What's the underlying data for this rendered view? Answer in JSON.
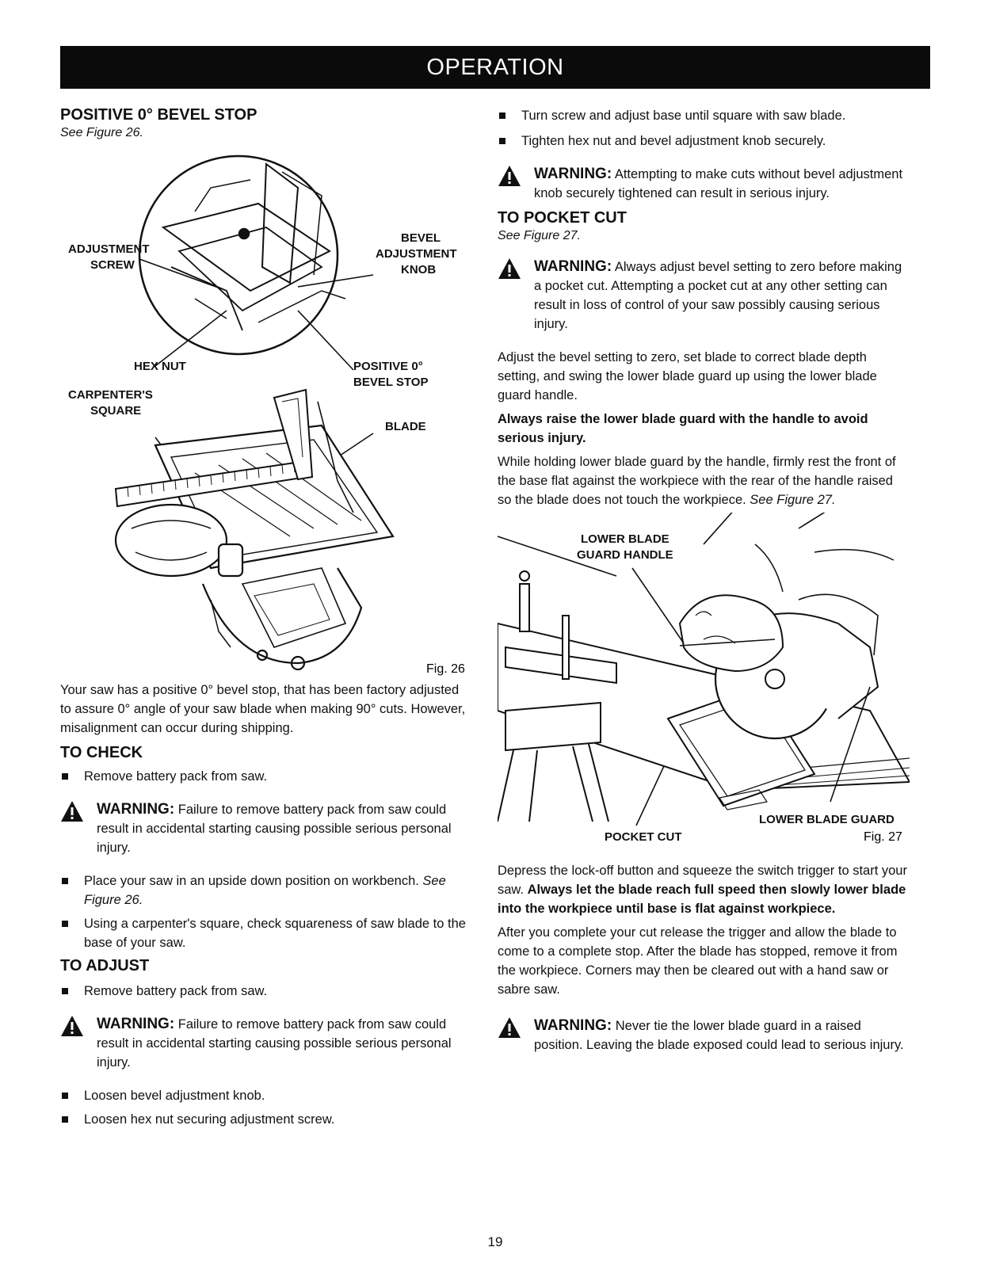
{
  "header": {
    "title": "OPERATION"
  },
  "left": {
    "section1_title": "POSITIVE 0° BEVEL STOP",
    "section1_see": "See Figure 26.",
    "fig26": {
      "labels": {
        "adjustment_screw_1": "ADJUSTMENT",
        "adjustment_screw_2": "SCREW",
        "bevel_knob_1": "BEVEL",
        "bevel_knob_2": "ADJUSTMENT",
        "bevel_knob_3": "KNOB",
        "hex_nut": "HEX NUT",
        "positive_stop_1": "POSITIVE 0°",
        "positive_stop_2": "BEVEL STOP",
        "carpenters_1": "CARPENTER'S",
        "carpenters_2": "SQUARE",
        "blade": "BLADE"
      },
      "caption": "Fig. 26"
    },
    "intro_text": "Your saw has a positive 0° bevel stop, that has been factory adjusted to assure 0° angle of your saw blade when making 90° cuts. However, misalignment can occur during shipping.",
    "to_check_title": "TO CHECK",
    "check_bullet_1": "Remove battery pack from saw.",
    "warning_label": "WARNING:",
    "check_warning": "Failure to remove battery pack from saw could result in accidental starting causing possible serious personal injury.",
    "check_bullet_2_text": "Place your saw in an upside down position on workbench. ",
    "check_bullet_2_see": "See Figure 26.",
    "check_bullet_3": "Using a carpenter's square, check squareness of saw blade to the base of your saw.",
    "to_adjust_title": "TO ADJUST",
    "adjust_bullet_1": "Remove battery pack from saw.",
    "adjust_warning": "Failure to remove battery pack from saw could result in accidental starting causing possible serious personal injury.",
    "adjust_bullet_2": "Loosen bevel adjustment knob.",
    "adjust_bullet_3": "Loosen hex nut securing adjustment screw."
  },
  "right": {
    "bullet_1": "Turn screw and adjust base until square with saw blade.",
    "bullet_2": "Tighten hex nut and bevel adjustment knob securely.",
    "warning_1": "Attempting to make cuts without bevel adjustment knob securely tightened can result in serious injury.",
    "pocket_title": "TO POCKET CUT",
    "pocket_see": "See Figure 27.",
    "warning_2": "Always adjust bevel setting to zero before making a pocket cut. Attempting a pocket cut at any other setting can result in loss of control of your saw possibly causing serious injury.",
    "para_1": "Adjust the bevel setting to zero, set blade to correct blade depth setting, and swing the lower blade guard up using the lower blade guard handle.",
    "para_2_bold": "Always raise the lower blade guard with the handle to avoid serious injury.",
    "para_3_text": "While holding lower blade guard by the handle, firmly rest the front of the base flat against the workpiece with the rear of the handle raised so the blade does not touch the workpiece. ",
    "para_3_see": "See Figure 27.",
    "fig27": {
      "labels": {
        "handle_1": "LOWER BLADE",
        "handle_2": "GUARD HANDLE",
        "pocket_cut": "POCKET CUT",
        "lower_guard": "LOWER BLADE GUARD"
      },
      "caption": "Fig. 27"
    },
    "para_4_text": "Depress the lock-off button and squeeze the switch trigger to start your saw. ",
    "para_4_bold": "Always let the blade reach full speed then slowly lower blade into the workpiece until base is flat against workpiece.",
    "para_5": "After you complete your cut release the trigger and allow the blade to come to a complete stop. After the blade has stopped, remove it from the workpiece. Corners may then be cleared out with a hand saw or sabre saw.",
    "warning_3": "Never tie the lower blade guard in a raised position. Leaving the blade exposed could lead to serious injury."
  },
  "footer": {
    "page_number": "19"
  }
}
